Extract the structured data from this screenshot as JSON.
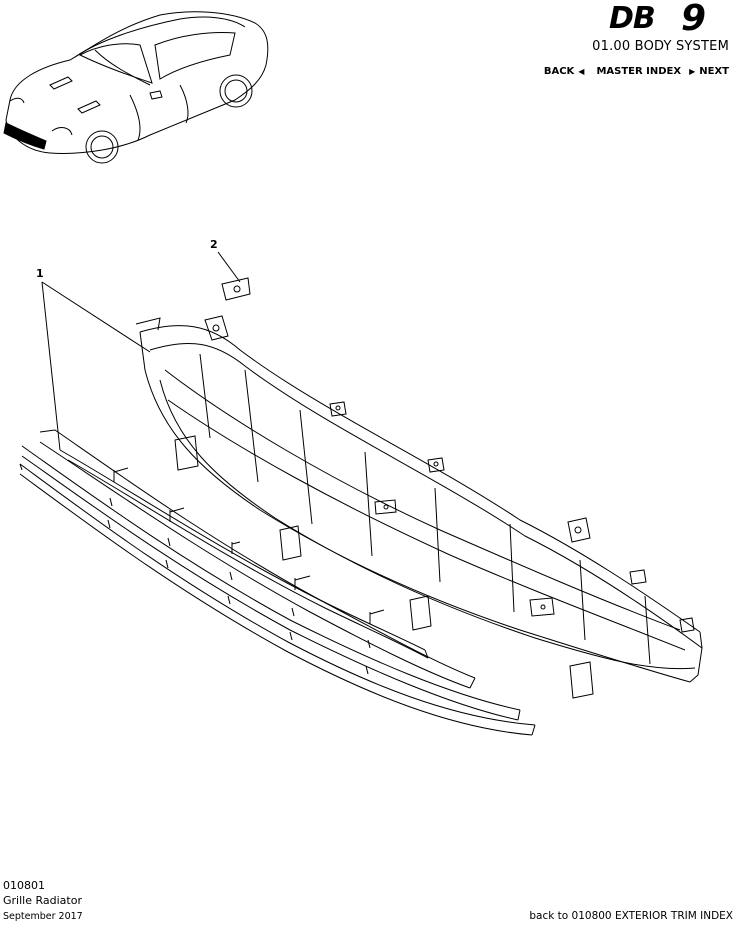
{
  "header": {
    "logo_text": "DB 9",
    "system_title": "01.00 BODY SYSTEM",
    "nav": {
      "back": "BACK",
      "master_index": "MASTER INDEX",
      "next": "NEXT"
    }
  },
  "diagram": {
    "callouts": [
      {
        "number": "1",
        "target": "grille"
      },
      {
        "number": "2",
        "target": "clip"
      }
    ]
  },
  "footer": {
    "part_number": "010801",
    "part_name": "Grille Radiator",
    "date": "September 2017",
    "back_link": "back to 010800 EXTERIOR TRIM INDEX"
  }
}
